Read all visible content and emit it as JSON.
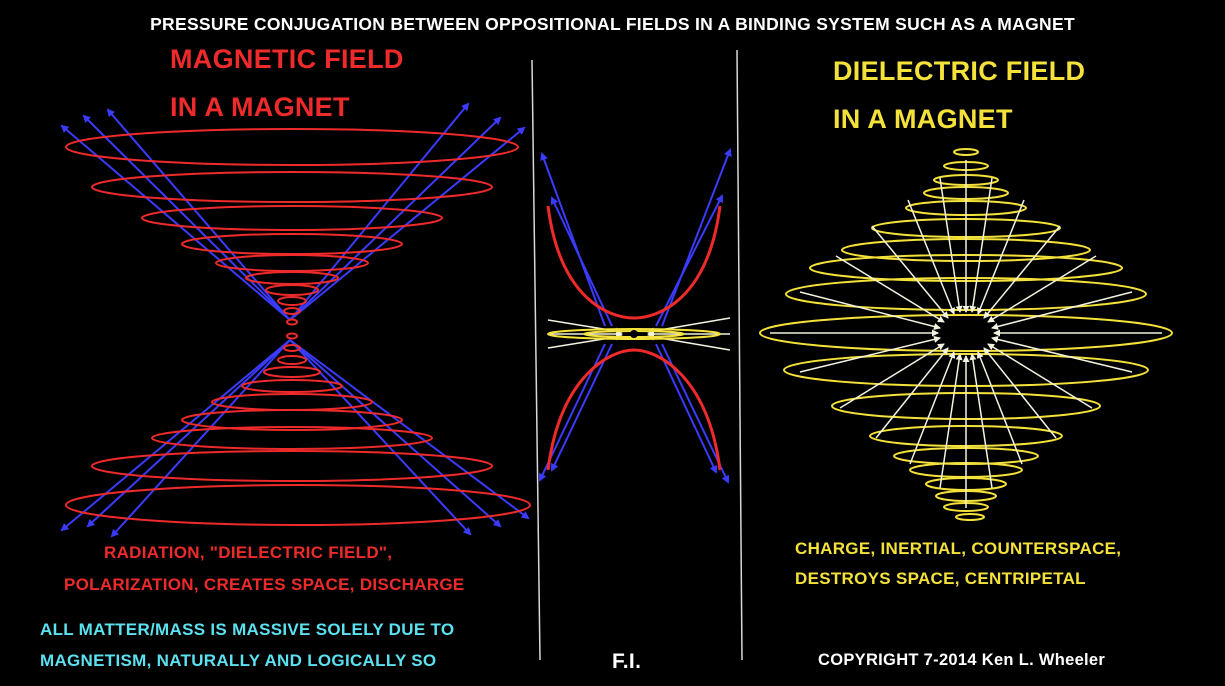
{
  "title": "PRESSURE CONJUGATION BETWEEN OPPOSITIONAL FIELDS IN A BINDING SYSTEM SUCH AS A MAGNET",
  "magnetic_panel": {
    "heading_line1": "MAGNETIC FIELD",
    "heading_line2": "IN A MAGNET",
    "note_line1": "RADIATION, \"DIELECTRIC FIELD\",",
    "note_line2": "POLARIZATION, CREATES SPACE, DISCHARGE"
  },
  "dielectric_panel": {
    "heading_line1": "DIELECTRIC FIELD",
    "heading_line2": "IN A MAGNET",
    "note_line1": "CHARGE, INERTIAL, COUNTERSPACE,",
    "note_line2": "DESTROYS SPACE, CENTRIPETAL"
  },
  "footer": {
    "matter_line1": "ALL MATTER/MASS IS MASSIVE SOLELY DUE TO",
    "matter_line2": "MAGNETISM, NATURALLY AND LOGICALLY SO",
    "center_mark": "F.I.",
    "copyright": "COPYRIGHT 7-2014 Ken L. Wheeler"
  },
  "colors": {
    "magnetic_red": "#ee2a2a",
    "dielectric_yellow": "#f4e23a",
    "field_line_blue": "#3b3bff",
    "arrow_white": "#f2f2e0",
    "note_cyan": "#5ce1f0",
    "background": "#000000"
  }
}
